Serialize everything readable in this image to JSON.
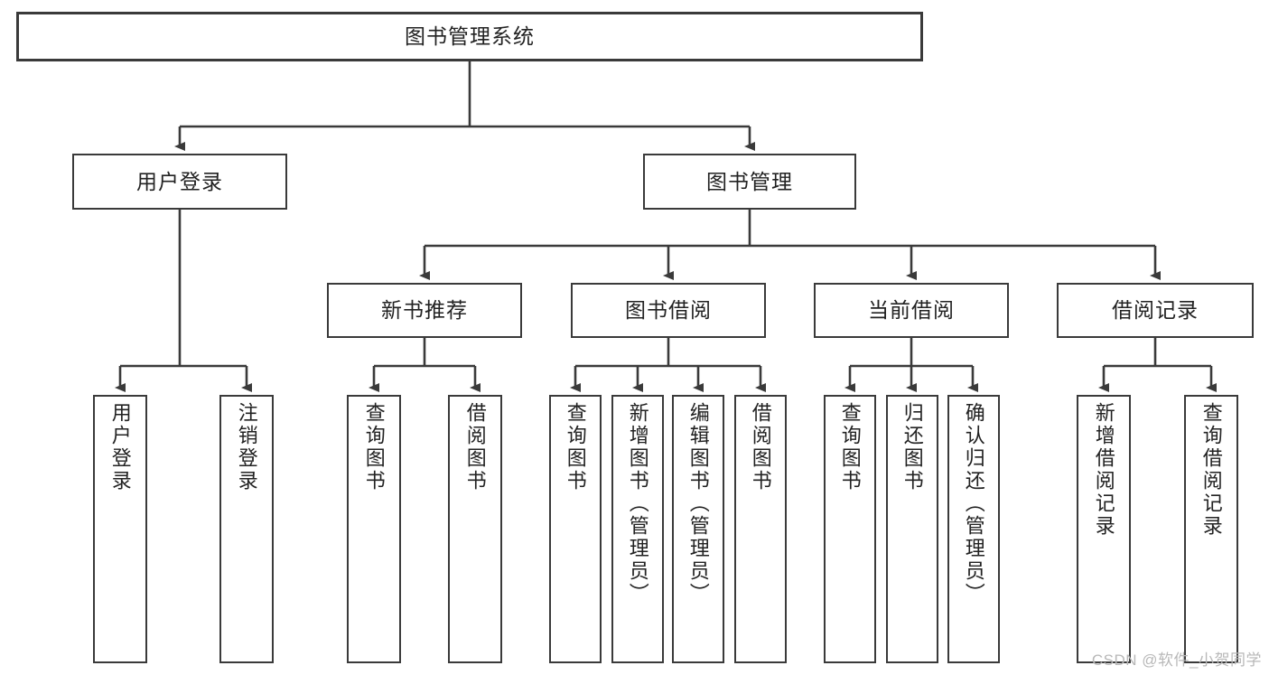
{
  "diagram": {
    "type": "tree",
    "title": "图书管理系统",
    "root": {
      "label": "图书管理系统"
    },
    "level2": [
      {
        "label": "用户登录"
      },
      {
        "label": "图书管理"
      }
    ],
    "level3": [
      {
        "label": "新书推荐"
      },
      {
        "label": "图书借阅"
      },
      {
        "label": "当前借阅"
      },
      {
        "label": "借阅记录"
      }
    ],
    "leaves": {
      "user_login": [
        {
          "label": "用户登录"
        },
        {
          "label": "注销登录"
        }
      ],
      "new_book_recommend": [
        {
          "label": "查询图书"
        },
        {
          "label": "借阅图书"
        }
      ],
      "book_borrow": [
        {
          "label": "查询图书"
        },
        {
          "label": "新增图书（管理员）"
        },
        {
          "label": "编辑图书（管理员）"
        },
        {
          "label": "借阅图书"
        }
      ],
      "current_borrow": [
        {
          "label": "查询图书"
        },
        {
          "label": "归还图书"
        },
        {
          "label": "确认归还（管理员）"
        }
      ],
      "borrow_record": [
        {
          "label": "新增借阅记录"
        },
        {
          "label": "查询借阅记录"
        }
      ]
    }
  },
  "watermark": {
    "text": "CSDN @软件_小贺同学"
  },
  "colors": {
    "stroke": "#3a3a3a",
    "text": "#222222",
    "background": "#ffffff",
    "watermark": "#b8b8b8"
  }
}
